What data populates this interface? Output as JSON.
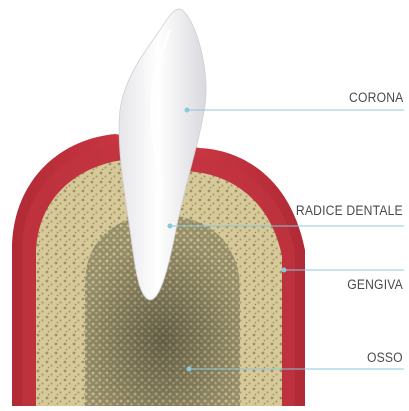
{
  "labels": {
    "corona": "CORONA",
    "radice": "RADICE DENTALE",
    "gengiva": "GENGIVA",
    "osso": "OSSO"
  },
  "colors": {
    "gum": "#c8323c",
    "gum_dark": "#9a1f2a",
    "bone": "#d9cb9c",
    "bone_pores": "#8f8765",
    "tooth": "#f4f4f6",
    "leader_line": "#8ac8dc"
  }
}
